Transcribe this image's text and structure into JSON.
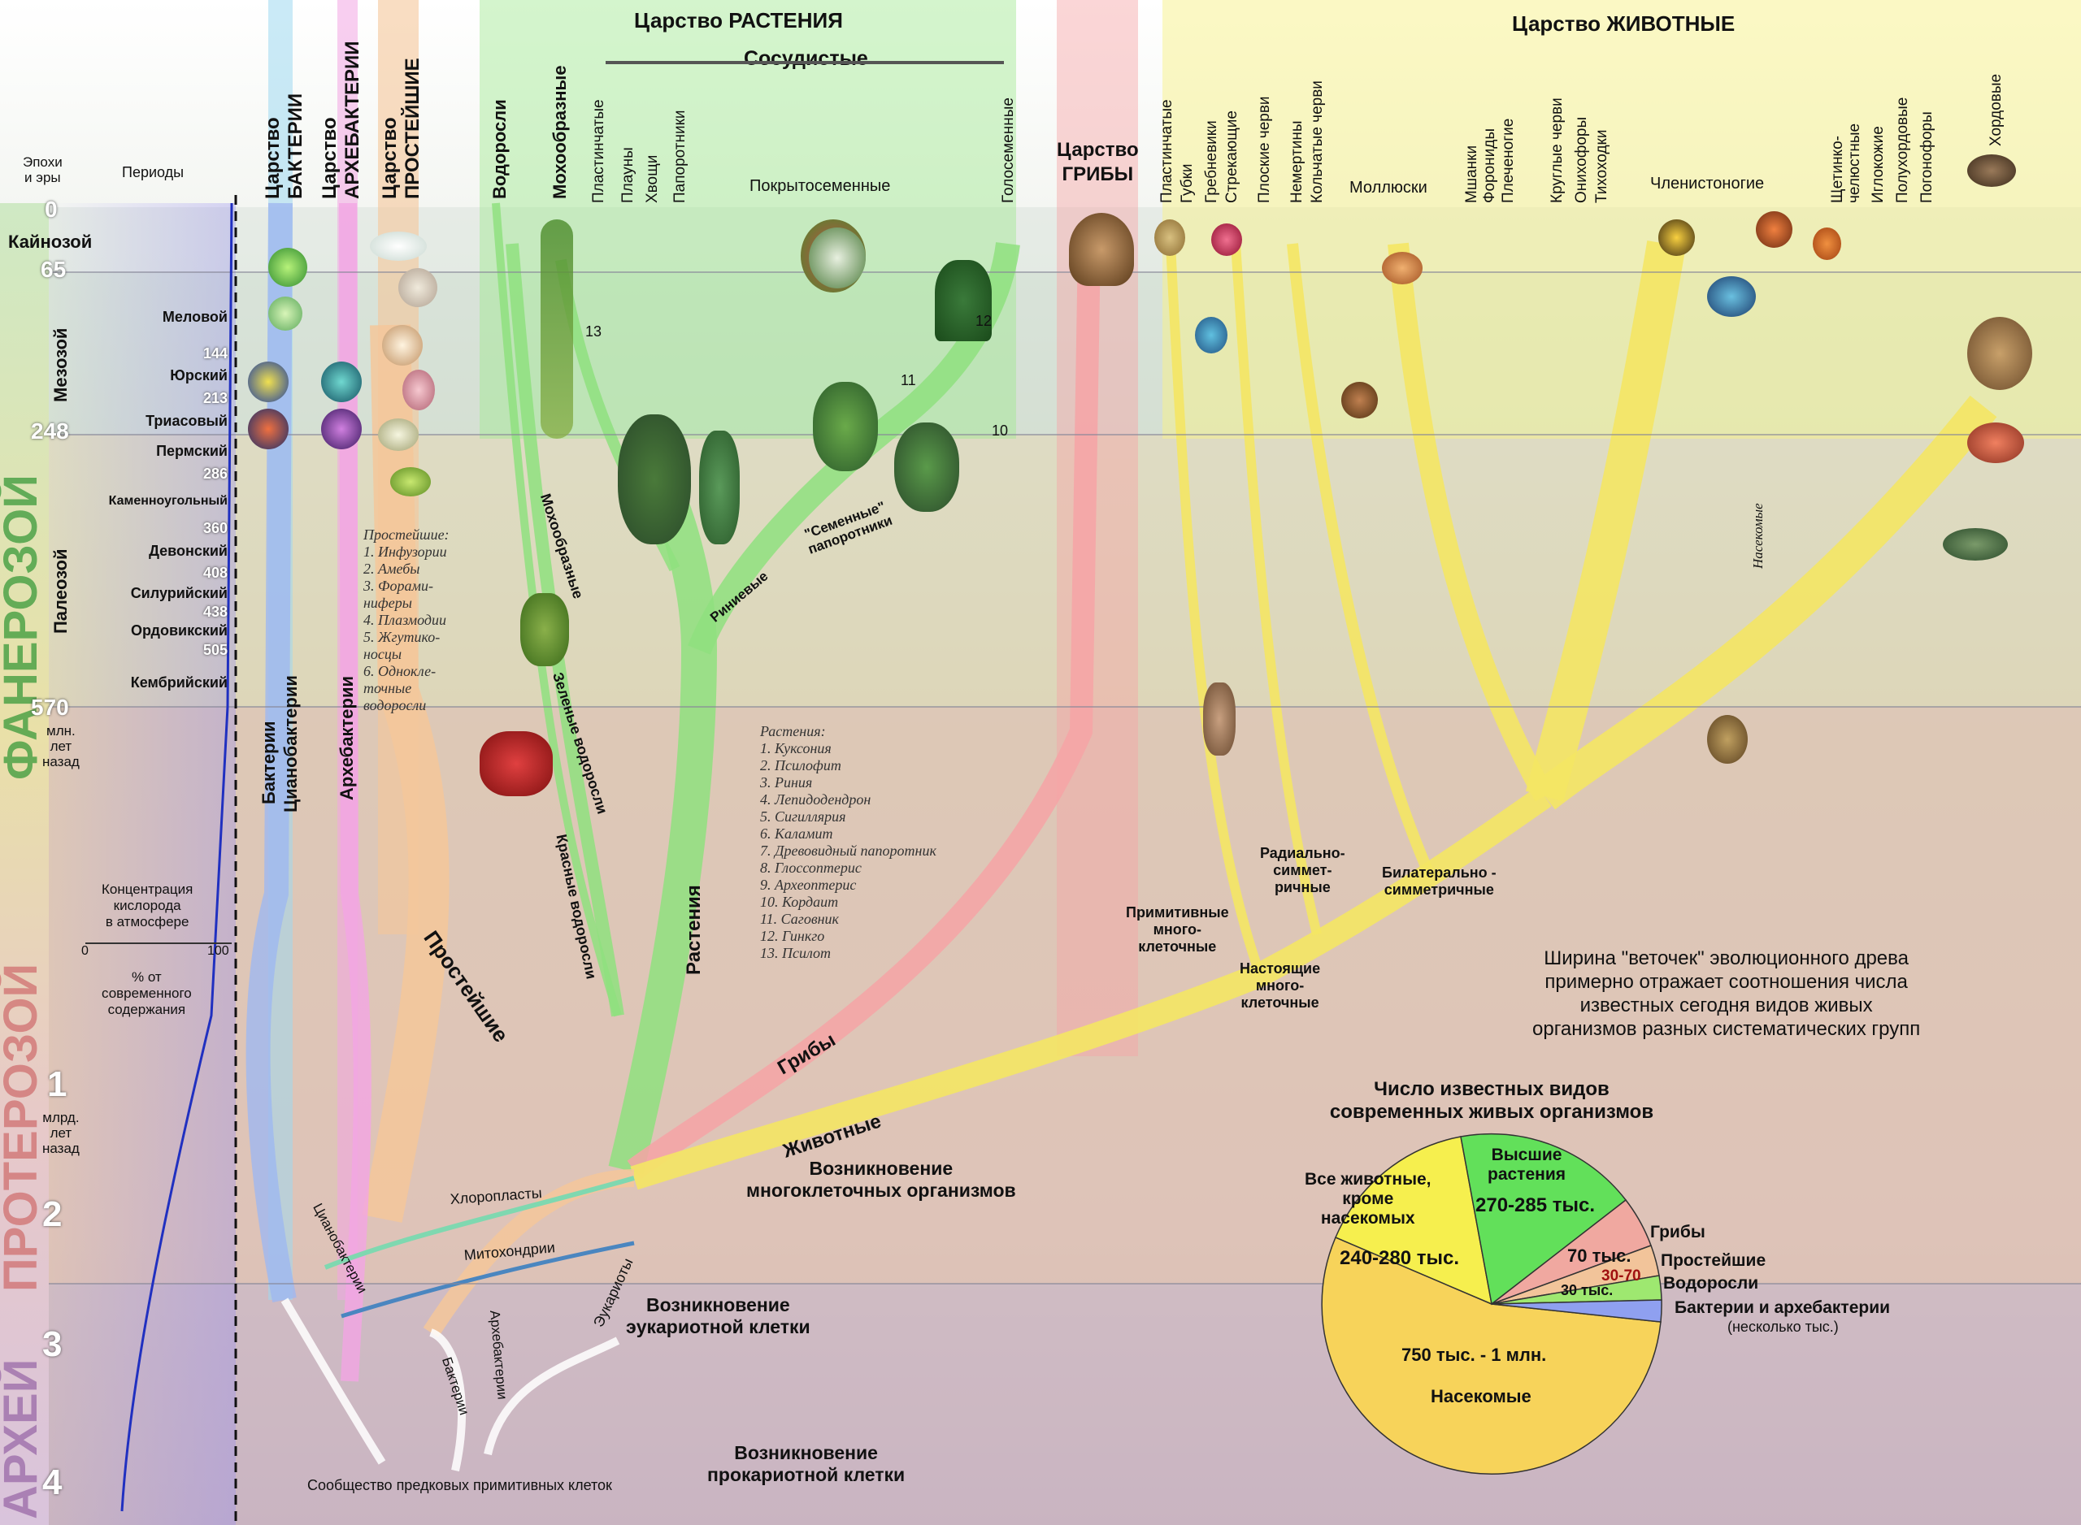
{
  "kingdoms": {
    "plants": "Царство РАСТЕНИЯ",
    "animals": "Царство  ЖИВОТНЫЕ",
    "bacteria": [
      "Царство",
      "БАКТЕРИИ"
    ],
    "archaea": [
      "Царство",
      "АРХЕБАКТЕРИИ"
    ],
    "protists": [
      "Царство",
      "ПРОСТЕЙШИЕ"
    ],
    "fungi": [
      "Царство",
      "ГРИБЫ"
    ]
  },
  "axis": {
    "epochs_label": "Эпохи\nи эры",
    "periods_label": "Периоды",
    "eons": [
      "ФАНЕРОЗОЙ",
      "ПРОТЕРОЗОЙ",
      "АРХЕЙ"
    ],
    "eras": [
      "Кайнозой",
      "Мезозой",
      "Палеозой"
    ],
    "ages": [
      "0",
      "65",
      "248",
      "570",
      "1",
      "2",
      "3",
      "4"
    ],
    "unit_myr": "млн.\nлет\nназад",
    "unit_byr": "млрд.\nлет\nназад",
    "periods": [
      "Меловой",
      "Юрский",
      "Триасовый",
      "Пермский",
      "Каменноугольный",
      "Девонский",
      "Силурийский",
      "Ордовикский",
      "Кембрийский"
    ],
    "period_ages": [
      "144",
      "213",
      "286",
      "360",
      "408",
      "438",
      "505"
    ],
    "oxygen_title": "Концентрация\nкислорода\nв атмосфере",
    "oxygen_min": "0",
    "oxygen_max": "100",
    "oxygen_unit": "% от\nсовременного\nсодержания"
  },
  "plants_groups": {
    "top": "Сосудистые",
    "columns": [
      "Водоросли",
      "Мохообразные",
      "Пластинчатые",
      "Плауны",
      "Хвощи",
      "Папоротники",
      "Покрытосеменные",
      "Голосеменные"
    ],
    "branch_labels": [
      "Мохообразные",
      "Зеленые водоросли",
      "Красные водоросли",
      "Риниевые",
      "\"Семенные\"\nпапоротники",
      "Растения"
    ],
    "legend_title": "Растения:",
    "legend": [
      "1. Куксония",
      "2. Псилофит",
      "3. Риния",
      "4. Лепидодендрон",
      "5. Сигиллярия",
      "6. Каламит",
      "7. Древовидный папоротник",
      "8. Глоссоптерис",
      "9. Археоптерис",
      "10. Кордаит",
      "11. Саговник",
      "12. Гинкго",
      "13. Псилот"
    ]
  },
  "protists": {
    "legend_title": "Простейшие:",
    "legend": [
      "1. Инфузории",
      "2. Амебы",
      "3. Форами-\nниферы",
      "4. Плазмодии",
      "5. Жгутико-\nносцы",
      "6. Однокле-\nточные\nводоросли"
    ],
    "branch": "Простейшие"
  },
  "bacteria_branches": [
    "Бактерии",
    "Цианобактерии",
    "Архебактерии"
  ],
  "animal_groups": [
    "Пластинчатые",
    "Губки",
    "Гребневики",
    "Стрекающие",
    "Плоские черви",
    "Немертины",
    "Кольчатые черви",
    "Моллюски",
    "Мшанки",
    "Форониды",
    "Плеченогие",
    "Круглые черви",
    "Онихофоры",
    "Тихоходки",
    "Членистоногие",
    "Щетинко-\nчелюстные",
    "Иглокожие",
    "Полухордовые",
    "Погонофоры",
    "Хордовые"
  ],
  "animal_labels": {
    "radial": "Радиально-\nсиммет-\nричные",
    "bilateral": "Билатерально -\nсимметричные",
    "primitive": "Примитивные\nмного-\nклеточные",
    "true_multi": "Настоящие\nмного-\nклеточные",
    "insects": "Насекомые"
  },
  "main_branches": {
    "fungi": "Грибы",
    "animals": "Животные",
    "chloroplasts": "Хлоропласты",
    "mitochondria": "Митохондрии",
    "eukaryotes": "Эукариоты",
    "cyano": "Цианобактерии",
    "bact": "Бактерии",
    "archae": "Архебактерии"
  },
  "events": {
    "multicellular": "Возникновение\nмногоклеточных организмов",
    "eukaryotic": "Возникновение\nэукариотной клетки",
    "prokaryotic": "Возникновение\nпрокариотной клетки",
    "community": "Сообщество предковых примитивных клеток"
  },
  "width_note": "Ширина \"веточек\" эволюционного древа\nпримерно отражает соотношения числа\nизвестных сегодня видов живых\nорганизмов разных систематических групп",
  "pie": {
    "title": "Число известных видов\nсовременных живых организмов",
    "labels": {
      "animals": "Все животные,\nкроме\nнасекомых",
      "animals_val": "240-280 тыс.",
      "higher_plants": "Высшие\nрастения",
      "higher_plants_val": "270-285 тыс.",
      "fungi": "Грибы",
      "fungi_val": "70 тыс.",
      "protists": "Простейшие",
      "protists_val": "30-70",
      "algae": "Водоросли",
      "algae_val": "30 тыс.",
      "bacteria": "Бактерии и архебактерии",
      "bacteria_val": "(несколько тыс.)",
      "insects_val": "750 тыс. - 1 млн.",
      "insects": "Насекомые"
    },
    "colors": {
      "insects": "#f7d35a",
      "animals": "#f6ef4e",
      "higher_plants": "#62e05a",
      "fungi": "#f0a8a0",
      "protists": "#f2c49a",
      "algae": "#9ee870",
      "bacteria": "#8fa0f0"
    }
  }
}
